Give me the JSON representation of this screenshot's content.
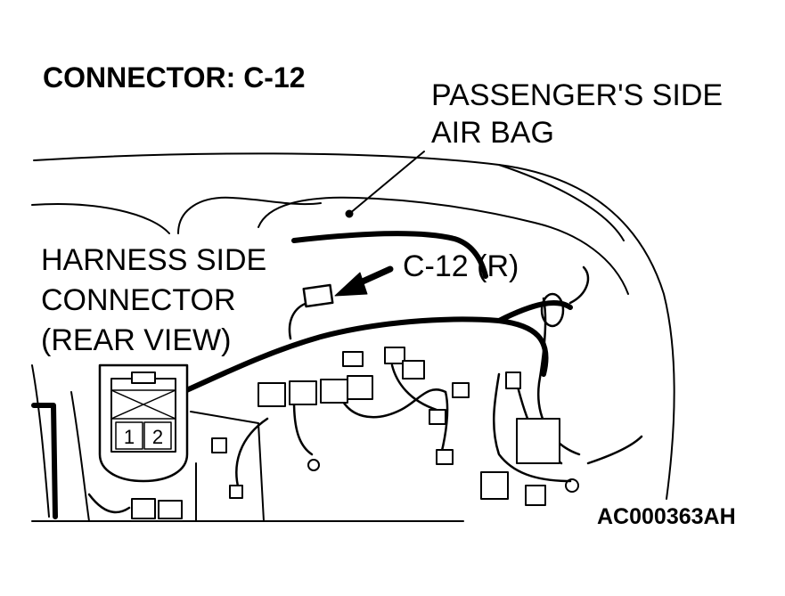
{
  "title": "CONNECTOR: C-12",
  "airbag_label": [
    "PASSENGER'S SIDE",
    "AIR BAG"
  ],
  "harness_label": [
    "HARNESS SIDE",
    "CONNECTOR",
    "(REAR VIEW)"
  ],
  "connector_id": "C-12 (R)",
  "figure_code": "AC000363AH",
  "pins": [
    "1",
    "2"
  ]
}
